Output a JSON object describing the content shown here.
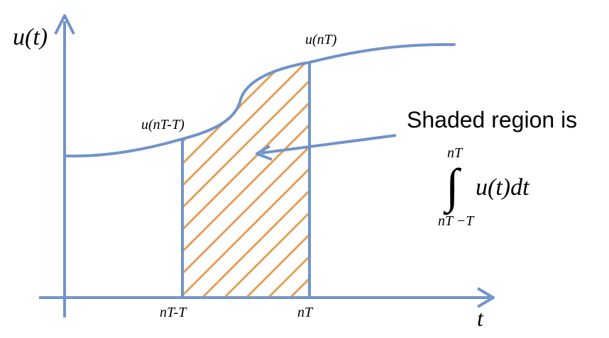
{
  "diagram": {
    "y_axis_label": "u(t)",
    "x_axis_label": "t",
    "curve_label_right": "u(nT)",
    "curve_label_left": "u(nT-T)",
    "tick_left_label": "nT-T",
    "tick_right_label": "nT",
    "caption": "Shaded region is",
    "integral": {
      "upper_limit": "nT",
      "lower_limit": "nT −T",
      "integrand": "u(t)dt"
    }
  },
  "colors": {
    "axis": "#7193c8",
    "curve": "#7193c8",
    "hatch": "#e3a15a",
    "text": "#000000"
  }
}
